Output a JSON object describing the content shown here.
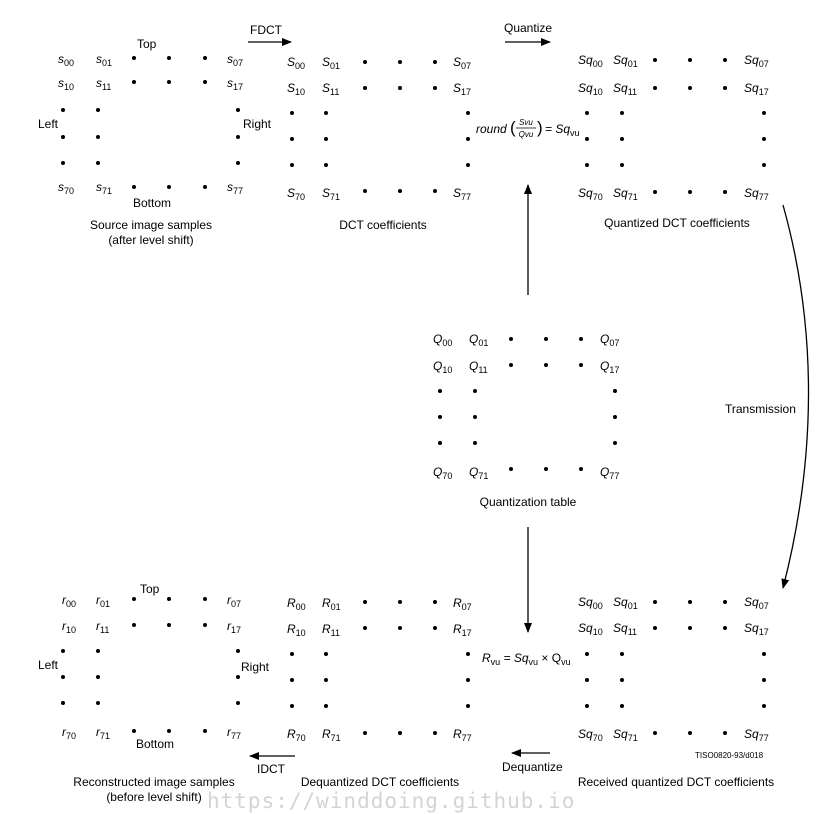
{
  "labels": {
    "fdct": "FDCT",
    "quantize": "Quantize",
    "idct": "IDCT",
    "dequantize": "Dequantize",
    "transmission": "Transmission",
    "top": "Top",
    "bottom": "Bottom",
    "left": "Left",
    "right": "Right",
    "source_caption_1": "Source image samples",
    "source_caption_2": "(after level shift)",
    "dct_caption": "DCT coefficients",
    "quantized_caption": "Quantized DCT coefficients",
    "qtable_caption": "Quantization table",
    "recon_caption_1": "Reconstructed image samples",
    "recon_caption_2": "(before level shift)",
    "dequant_caption": "Dequantized DCT coefficients",
    "received_caption": "Received quantized DCT coefficients",
    "figure_id": "TISO0820-93/d018",
    "watermark": "https://winddoing.github.io"
  },
  "formulas": {
    "round_word": "round",
    "frac_num": "Svu",
    "frac_den": "Qvu",
    "round_result": "= Sq",
    "round_result_sub": "vu",
    "dequant_lhs": "R",
    "dequant_lhs_sub": "vu",
    "dequant_mid": " = Sq",
    "dequant_mid_sub": "vu",
    "dequant_op": " × Q",
    "dequant_op_sub": "vu"
  },
  "matrices": {
    "source": {
      "base": "s",
      "entries": {
        "tl": "00",
        "tl2": "01",
        "ml": "10",
        "ml2": "11",
        "tr": "07",
        "mr": "17",
        "bl": "70",
        "bl2": "71",
        "br": "77"
      }
    },
    "dct": {
      "base": "S",
      "entries": {
        "tl": "00",
        "tl2": "01",
        "ml": "10",
        "ml2": "11",
        "tr": "07",
        "mr": "17",
        "bl": "70",
        "bl2": "71",
        "br": "77"
      }
    },
    "quantized": {
      "base": "Sq",
      "entries": {
        "tl": "00",
        "tl2": "01",
        "ml": "10",
        "ml2": "11",
        "tr": "07",
        "mr": "17",
        "bl": "70",
        "bl2": "71",
        "br": "77"
      }
    },
    "qtable": {
      "base": "Q",
      "entries": {
        "tl": "00",
        "tl2": "01",
        "ml": "10",
        "ml2": "11",
        "tr": "07",
        "mr": "17",
        "bl": "70",
        "bl2": "71",
        "br": "77"
      }
    },
    "recon": {
      "base": "r",
      "entries": {
        "tl": "00",
        "tl2": "01",
        "ml": "10",
        "ml2": "11",
        "tr": "07",
        "mr": "17",
        "bl": "70",
        "bl2": "71",
        "br": "77"
      }
    },
    "dequant": {
      "base": "R",
      "entries": {
        "tl": "00",
        "tl2": "01",
        "ml": "10",
        "ml2": "11",
        "tr": "07",
        "mr": "17",
        "bl": "70",
        "bl2": "71",
        "br": "77"
      }
    },
    "received": {
      "base": "Sq",
      "entries": {
        "tl": "00",
        "tl2": "01",
        "ml": "10",
        "ml2": "11",
        "tr": "07",
        "mr": "17",
        "bl": "70",
        "bl2": "71",
        "br": "77"
      }
    }
  }
}
